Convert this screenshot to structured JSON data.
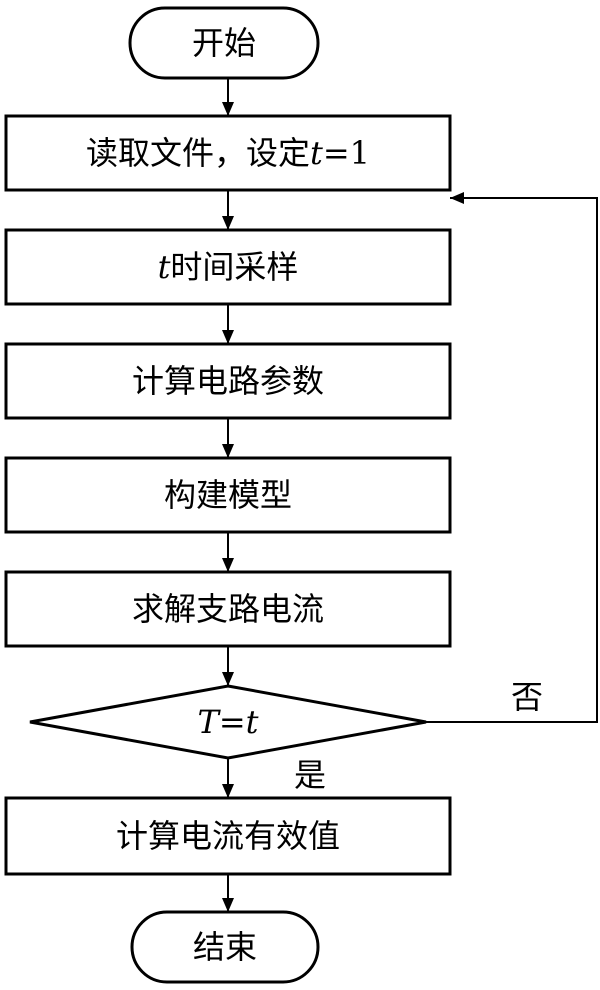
{
  "flowchart": {
    "start": "开始",
    "read_file": {
      "text": "读取文件，设定",
      "var": "t",
      "assign": "=1"
    },
    "sample": {
      "var": "t",
      "text": "时间采样"
    },
    "compute_params": "计算电路参数",
    "build_model": "构建模型",
    "solve_currents": "求解支路电流",
    "decision": {
      "left": "T",
      "op": "=",
      "right": "t"
    },
    "yes_label": "是",
    "no_label": "否",
    "compute_rms": "计算电流有效值",
    "end": "结束"
  }
}
